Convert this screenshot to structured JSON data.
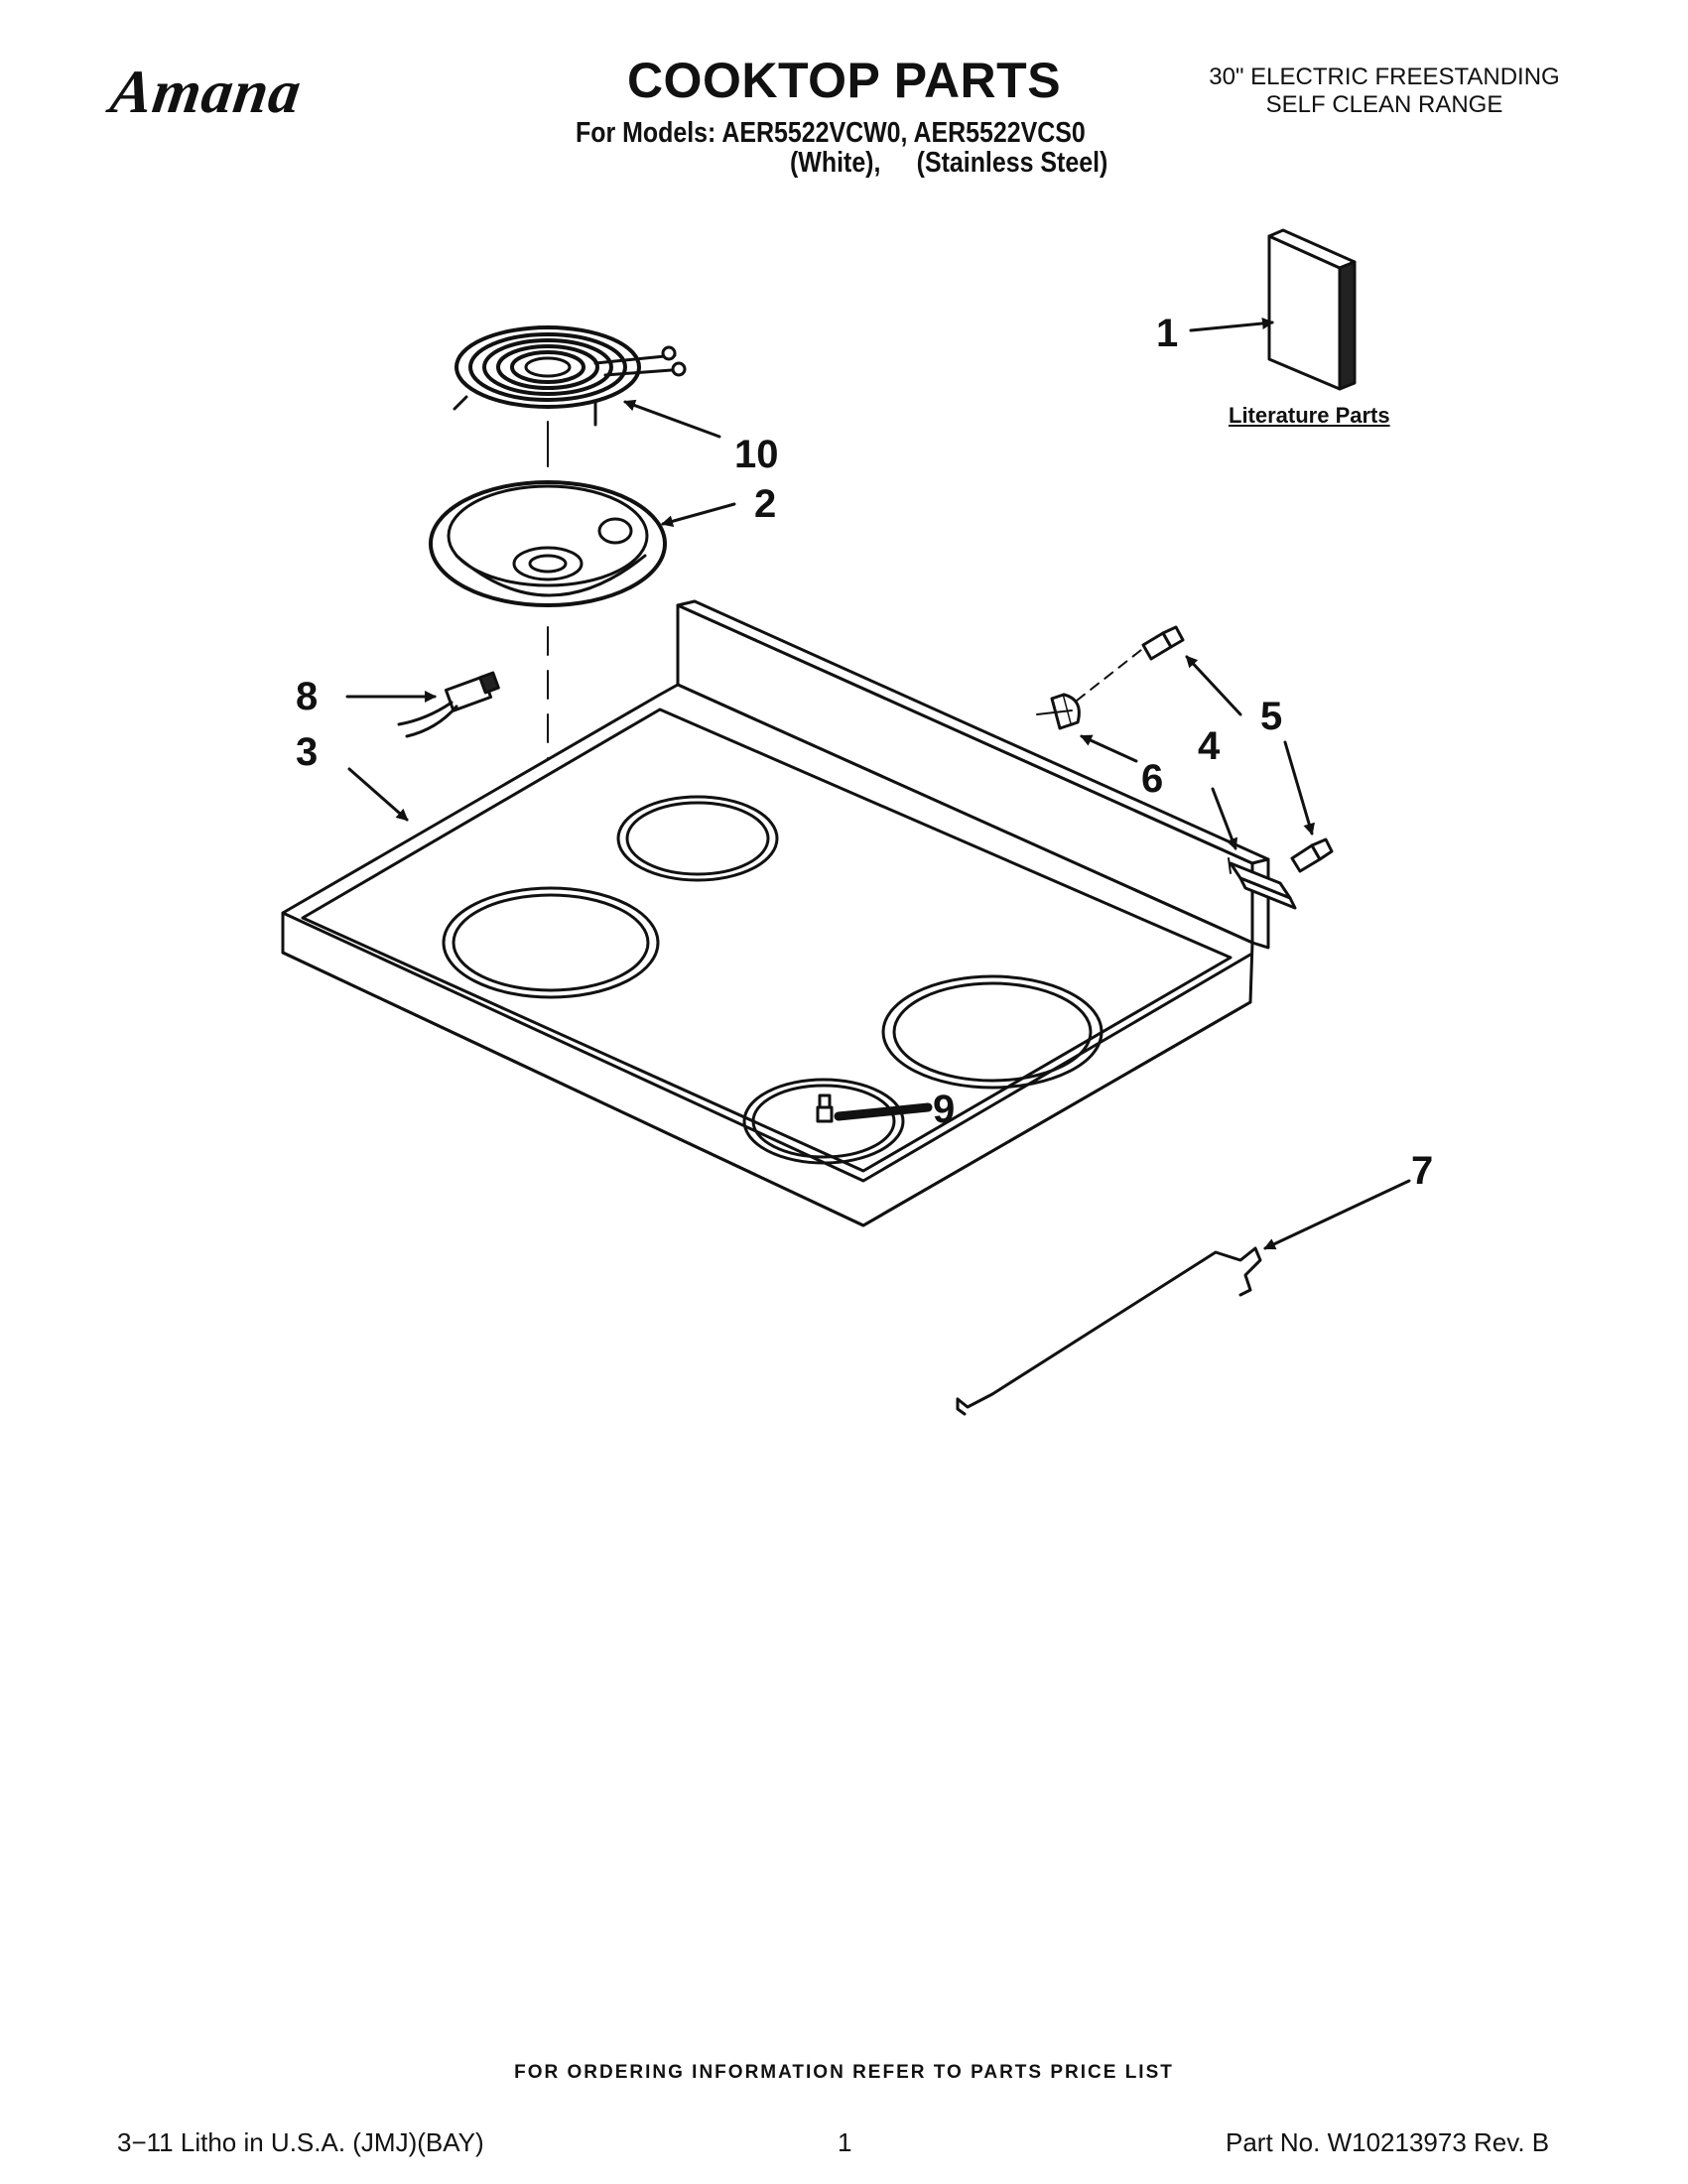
{
  "header": {
    "brand": "Amana",
    "title": "COOKTOP PARTS",
    "models_line": "For Models: AER5522VCW0, AER5522VCS0",
    "variant_white": "(White),",
    "variant_steel": "(Stainless Steel)",
    "description_line1": "30\" ELECTRIC FREESTANDING",
    "description_line2": "SELF CLEAN RANGE"
  },
  "diagram": {
    "literature_label": "Literature Parts",
    "callouts": [
      "1",
      "2",
      "3",
      "4",
      "5",
      "6",
      "7",
      "8",
      "9",
      "10"
    ]
  },
  "footer": {
    "ordering_note": "FOR ORDERING INFORMATION REFER TO PARTS PRICE LIST",
    "litho": "3−11 Litho in U.S.A. (JMJ)(BAY)",
    "page_number": "1",
    "part_number": "Part No. W10213973 Rev. B"
  }
}
